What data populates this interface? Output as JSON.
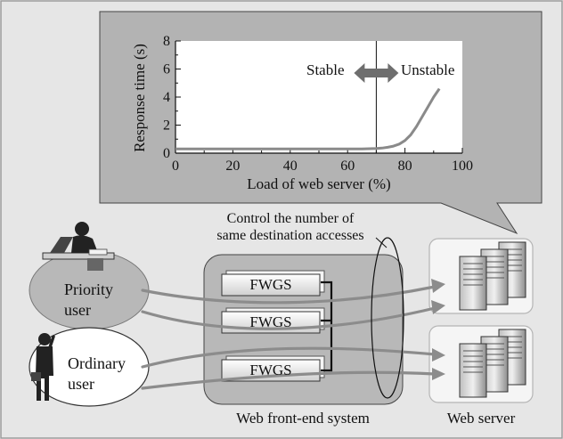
{
  "chart_data": {
    "type": "line",
    "xlabel": "Load of web server (%)",
    "ylabel": "Response time (s)",
    "xlim": [
      0,
      100
    ],
    "ylim": [
      0,
      8
    ],
    "xticks": [
      "0",
      "20",
      "40",
      "60",
      "80",
      "100"
    ],
    "yticks": [
      "0",
      "2",
      "4",
      "6",
      "8"
    ],
    "series": [
      {
        "x": [
          0,
          10,
          20,
          30,
          40,
          50,
          60,
          65,
          70,
          72,
          74,
          76,
          78,
          80,
          82,
          84,
          86,
          88,
          90,
          92
        ],
        "y": [
          0.3,
          0.3,
          0.3,
          0.3,
          0.3,
          0.3,
          0.3,
          0.3,
          0.33,
          0.36,
          0.42,
          0.5,
          0.65,
          0.9,
          1.3,
          1.9,
          2.6,
          3.3,
          4.0,
          4.6
        ]
      }
    ],
    "threshold_x": 70,
    "stable_label": "Stable",
    "unstable_label": "Unstable"
  },
  "diagram": {
    "control_label_line1": "Control the number of",
    "control_label_line2": "same destination accesses",
    "priority_user_line1": "Priority",
    "priority_user_line2": "user",
    "ordinary_user_line1": "Ordinary",
    "ordinary_user_line2": "user",
    "fwgs_label": "FWGS",
    "front_end_label": "Web front-end system",
    "web_server_label": "Web server"
  }
}
